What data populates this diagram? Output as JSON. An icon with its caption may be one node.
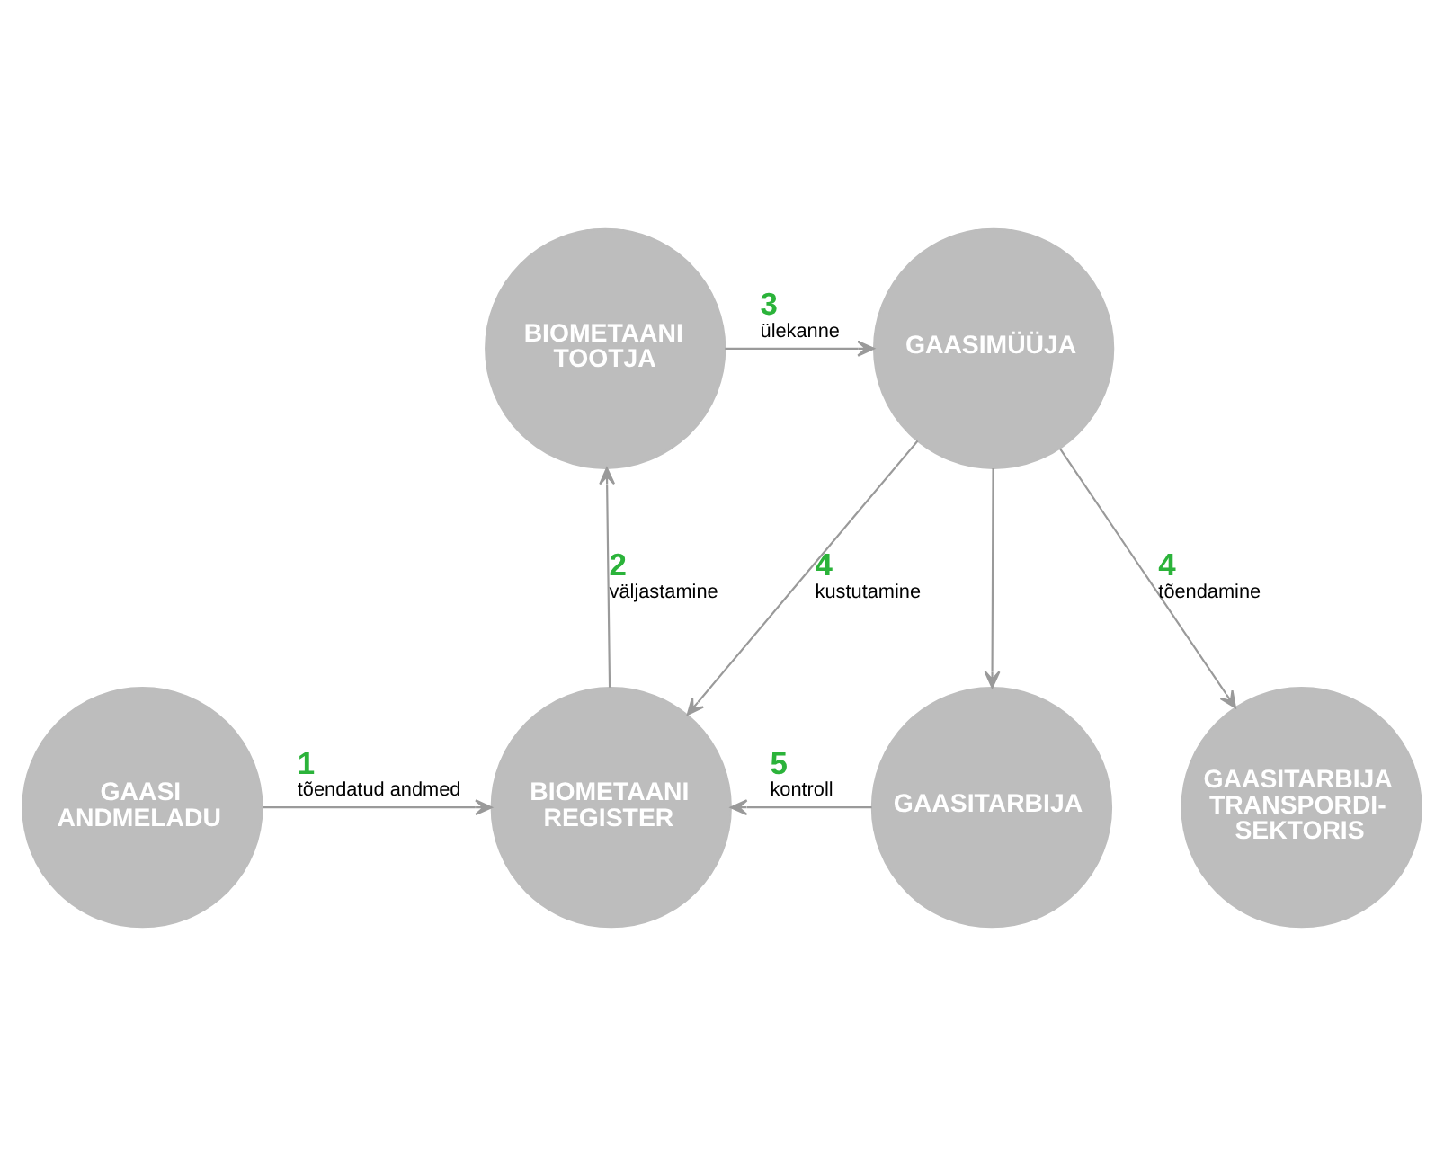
{
  "diagram": {
    "nodes": [
      {
        "text": [
          "BIOMETAANI TOOTJA"
        ]
      },
      {
        "text": [
          "GAASIMÜÜJA"
        ]
      },
      {
        "text": [
          "GAASI ANDMELADU"
        ]
      },
      {
        "text": [
          "BIOMETAANI REGISTER"
        ]
      },
      {
        "text": [
          "GAASITARBIJA"
        ]
      },
      {
        "text": [
          "GAASITARBIJA TRANSPORDI- SEKTORIS"
        ]
      }
    ],
    "edges": [
      {
        "from": 2,
        "to": 3,
        "arrow": "to",
        "label": "1 tõendatud andmed"
      },
      {
        "from": 3,
        "to": 0,
        "arrow": "to",
        "label": "2 väljastamine"
      },
      {
        "from": 0,
        "to": 1,
        "arrow": "to",
        "label": "3 ülekanne"
      },
      {
        "from": 1,
        "to": 3,
        "arrow": "to",
        "label": "4 kustutamine"
      },
      {
        "from": 1,
        "to": 4,
        "arrow": "to"
      },
      {
        "from": 1,
        "to": 5,
        "arrow": "to",
        "label": "4 tõendamine"
      },
      {
        "from": 4,
        "to": 3,
        "arrow": "to",
        "label": "5 kontroll"
      }
    ]
  }
}
